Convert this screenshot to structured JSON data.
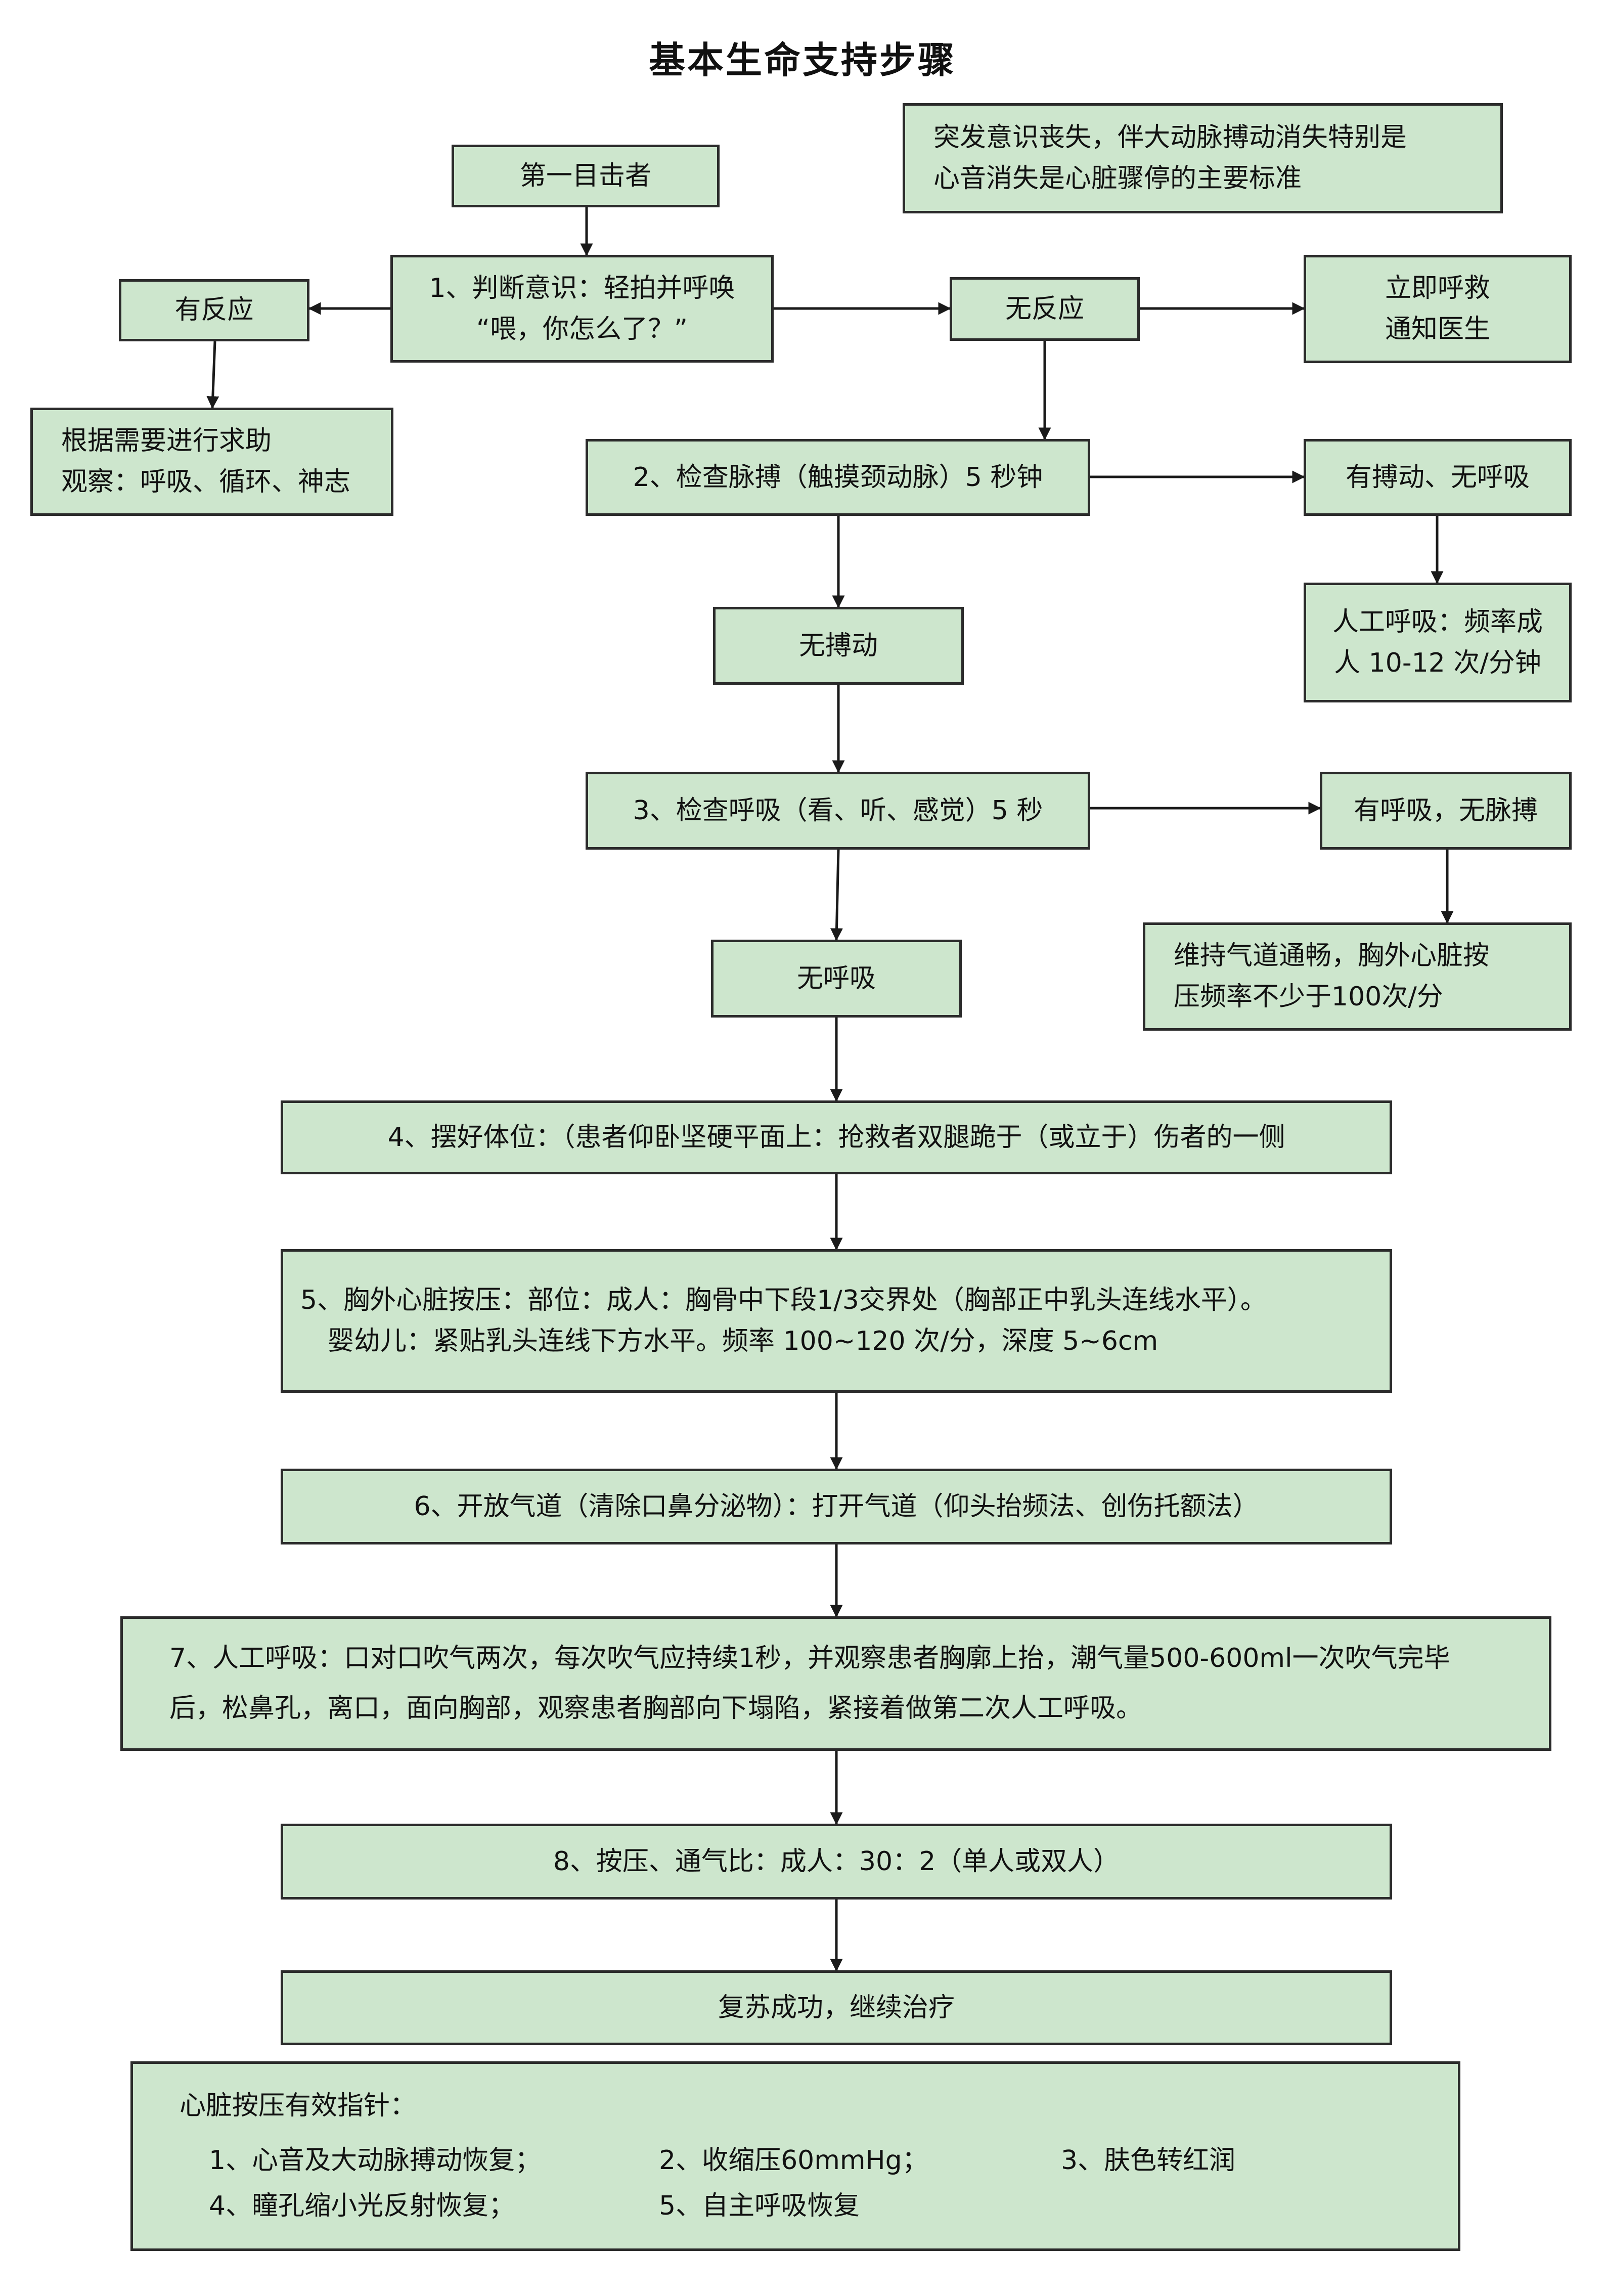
{
  "title": "基本生命支持步骤",
  "nodes": {
    "criteria": [
      "突发意识丧失，伴大动脉搏动消失特别是",
      "心音消失是心脏骤停的主要标准"
    ],
    "witness": [
      "第一目击者"
    ],
    "step1": [
      "1、判断意识：轻拍并呼唤",
      "“喂，你怎么了？”"
    ],
    "responsive": [
      "有反应"
    ],
    "help": [
      "根据需要进行求助",
      "观察：呼吸、循环、神志"
    ],
    "unresponsive": [
      "无反应"
    ],
    "call": [
      "立即呼救",
      "通知医生"
    ],
    "step2": [
      "2、检查脉搏（触摸颈动脉）5 秒钟"
    ],
    "pulse_no_breath": [
      "有搏动、无呼吸"
    ],
    "rescue_breath": [
      "人工呼吸：频率成",
      "人 10-12 次/分钟"
    ],
    "no_pulse": [
      "无搏动"
    ],
    "step3": [
      "3、检查呼吸（看、听、感觉）5 秒"
    ],
    "breath_no_pulse": [
      "有呼吸，无脉搏"
    ],
    "maintain": [
      "维持气道通畅，胸外心脏按",
      "压频率不少于100次/分"
    ],
    "no_breath": [
      "无呼吸"
    ],
    "step4": [
      "4、摆好体位：（患者仰卧坚硬平面上：抢救者双腿跪于（或立于）伤者的一侧"
    ],
    "step5": [
      "5、胸外心脏按压：部位：成人：胸骨中下段1/3交界处（胸部正中乳头连线水平）。",
      "婴幼儿：紧贴乳头连线下方水平。频率 100~120 次/分，深度 5~6cm"
    ],
    "step6": [
      "6、开放气道（清除口鼻分泌物）：打开气道（仰头抬频法、创伤托额法）"
    ],
    "step7": [
      "7、人工呼吸：口对口吹气两次，每次吹气应持续1秒，并观察患者胸廓上抬，潮气量500-600ml一次吹气完毕",
      "后，松鼻孔，离口，面向胸部，观察患者胸部向下塌陷，紧接着做第二次人工呼吸。"
    ],
    "step8": [
      "8、按压、通气比：成人：30：2（单人或双人）"
    ],
    "success": [
      "复苏成功，继续治疗"
    ]
  },
  "indicators": {
    "title": "心脏按压有效指针：",
    "items": [
      "1、心音及大动脉搏动恢复；",
      "2、收缩压60mmHg；",
      "3、肤色转红润",
      "4、瞳孔缩小光反射恢复；",
      "5、自主呼吸恢复"
    ]
  },
  "colors": {
    "box_fill": "#cde6cd",
    "border": "#2b2b2b",
    "arrow": "#1a1a1a"
  }
}
